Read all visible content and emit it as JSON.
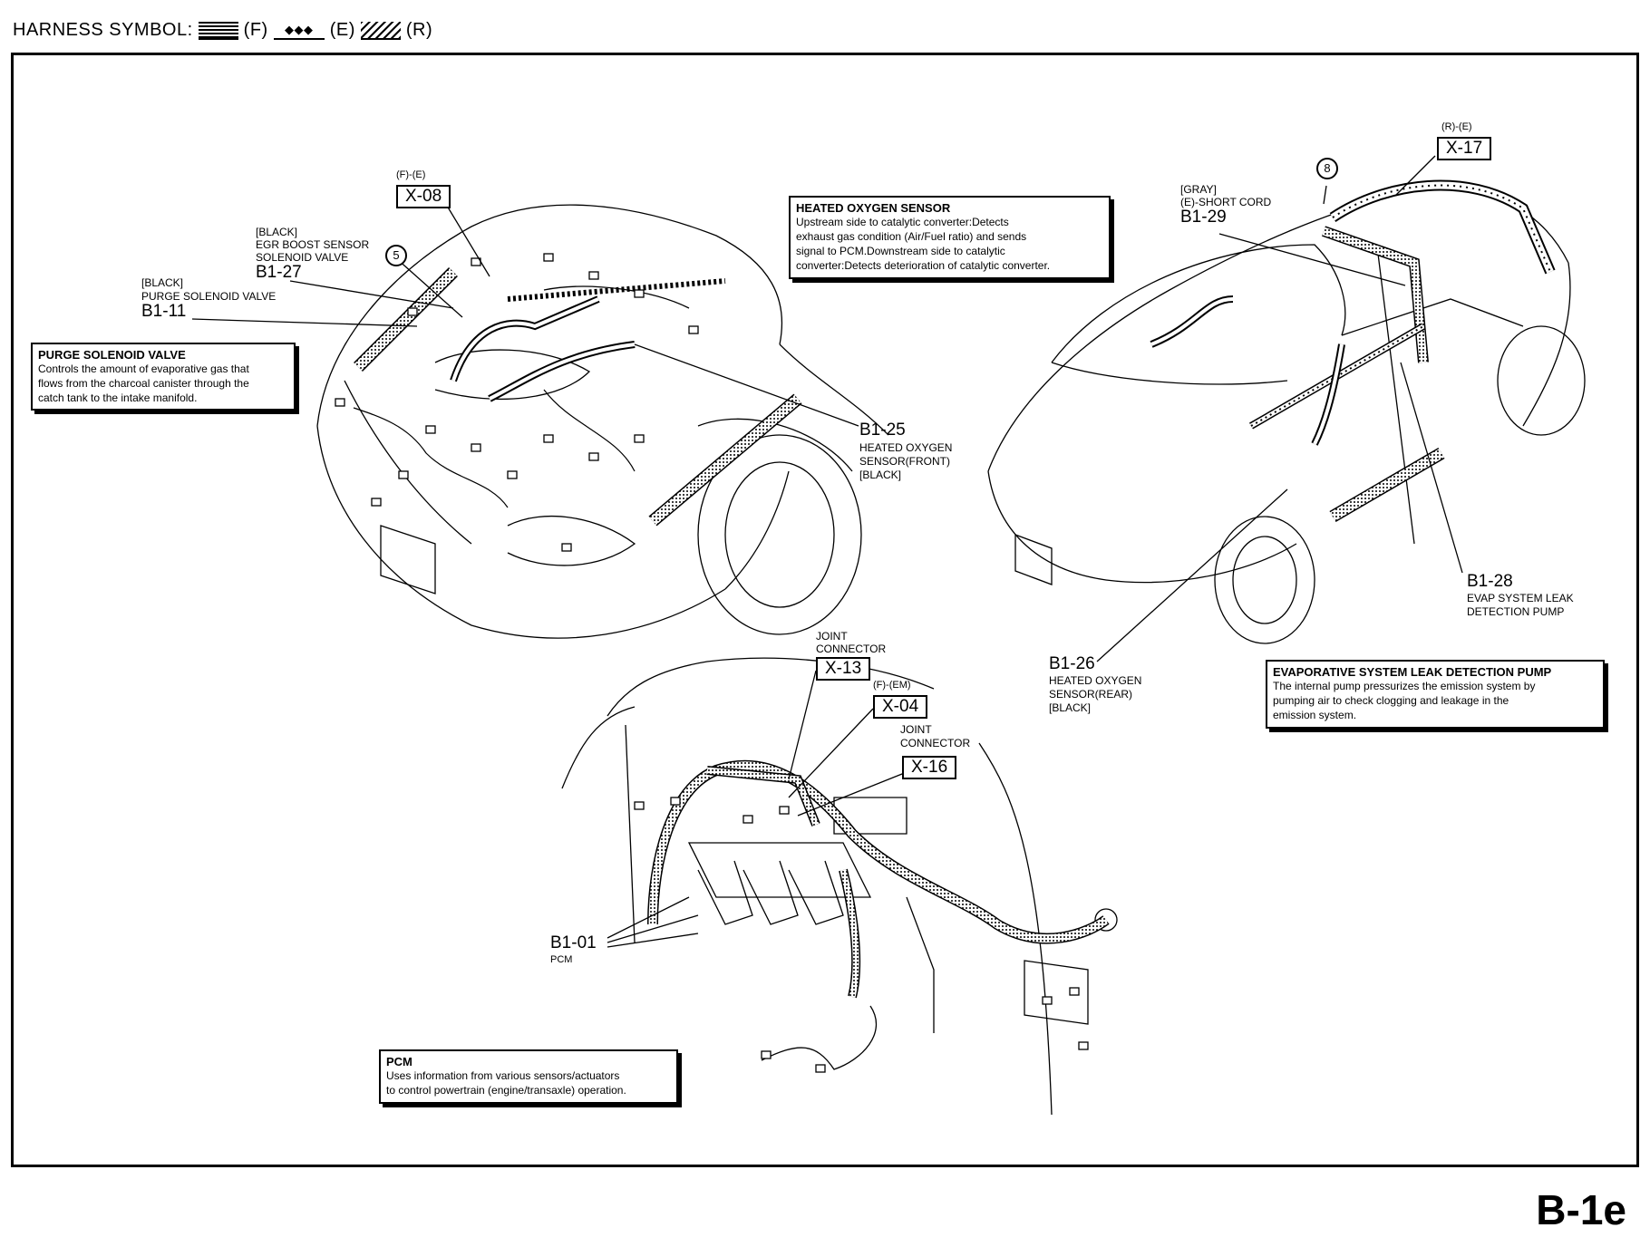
{
  "legend": {
    "label": "HARNESS SYMBOL:",
    "f": "(F)",
    "e": "(E)",
    "r": "(R)",
    "e_glyph": "◆◆◆"
  },
  "page_id": "B-1e",
  "front": {
    "x08": {
      "tag": "(F)-(E)",
      "code": "X-08"
    },
    "b127": {
      "lines": [
        "[BLACK]",
        "EGR BOOST SENSOR",
        "SOLENOID VALVE"
      ],
      "code": "B1-27"
    },
    "b111": {
      "lines": [
        "[BLACK]",
        "PURGE SOLENOID VALVE"
      ],
      "code": "B1-11"
    },
    "circle5": "5",
    "b125": {
      "code": "B1-25",
      "lines": [
        "HEATED OXYGEN",
        "SENSOR(FRONT)",
        "[BLACK]"
      ]
    }
  },
  "rear": {
    "x17": {
      "tag": "(R)-(E)",
      "code": "X-17"
    },
    "circle8": "8",
    "b129": {
      "lines": [
        "[GRAY]",
        "(E)-SHORT CORD"
      ],
      "code": "B1-29"
    },
    "b128": {
      "code": "B1-28",
      "lines": [
        "EVAP SYSTEM LEAK",
        "DETECTION PUMP"
      ]
    },
    "b126": {
      "code": "B1-26",
      "lines": [
        "HEATED OXYGEN",
        "SENSOR(REAR)",
        "[BLACK]"
      ]
    }
  },
  "engine": {
    "x13": {
      "lines": [
        "JOINT",
        "CONNECTOR"
      ],
      "code": "X-13"
    },
    "x04": {
      "tag": "(F)-(EM)",
      "code": "X-04"
    },
    "x16": {
      "lines": [
        "JOINT",
        "CONNECTOR"
      ],
      "code": "X-16"
    },
    "b101": {
      "code": "B1-01",
      "line": "PCM"
    }
  },
  "notes": {
    "purge": {
      "title": "PURGE SOLENOID VALVE",
      "body": [
        "Controls the amount of evaporative gas that",
        "flows from the charcoal canister through the",
        "catch tank to the intake manifold."
      ]
    },
    "heated": {
      "title": "HEATED OXYGEN SENSOR",
      "body": [
        "Upstream side to catalytic converter:Detects",
        "exhaust gas condition (Air/Fuel ratio) and sends",
        "signal to PCM.Downstream side to catalytic",
        "converter:Detects deterioration of catalytic converter."
      ]
    },
    "evap": {
      "title": "EVAPORATIVE SYSTEM LEAK DETECTION PUMP",
      "body": [
        "The internal pump pressurizes the emission system by",
        "pumping air to check clogging and leakage in the",
        "emission system."
      ]
    },
    "pcm": {
      "title": "PCM",
      "body": [
        "Uses information from various sensors/actuators",
        "to control powertrain (engine/transaxle) operation."
      ]
    }
  }
}
